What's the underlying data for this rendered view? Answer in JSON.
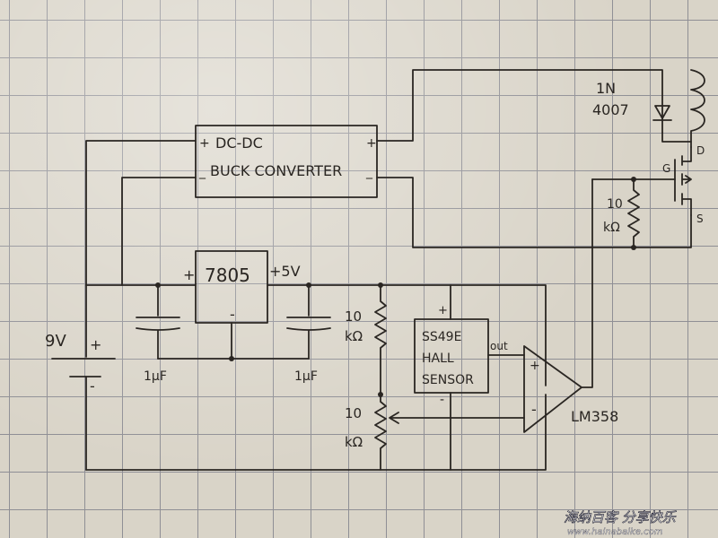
{
  "schematic": {
    "buck_converter": {
      "line1": "DC-DC",
      "line2": "BUCK CONVERTER",
      "plus_in": "+",
      "plus_out": "+",
      "minus_in": "_",
      "minus_out": "_"
    },
    "battery": {
      "voltage": "9V",
      "plus": "+",
      "minus": "-"
    },
    "cap_left": {
      "value": "1µF"
    },
    "cap_right": {
      "value": "1µF"
    },
    "regulator": {
      "name": "7805",
      "plus_in": "+",
      "plus_out": "+5V",
      "minus": "-"
    },
    "resistor_top": {
      "value": "10",
      "unit": "kΩ"
    },
    "potentiometer": {
      "value": "10",
      "unit": "kΩ"
    },
    "hall_sensor": {
      "line1": "SS49E",
      "line2": "HALL",
      "line3": "SENSOR",
      "plus": "+",
      "minus": "-",
      "out": "out"
    },
    "opamp": {
      "name": "LM358",
      "plus": "+",
      "minus": "-"
    },
    "diode": {
      "line1": "1N",
      "line2": "4007"
    },
    "mosfet": {
      "gate": "G",
      "drain": "D",
      "source": "S"
    },
    "resistor_gate": {
      "value": "10",
      "unit": "kΩ"
    }
  },
  "watermark": {
    "title": "海纳百客 分享快乐",
    "url": "www.hainabaike.com"
  },
  "colors": {
    "ink": "#2a2622",
    "paper": "#d9d4c8",
    "grid": "#8f8f95"
  }
}
